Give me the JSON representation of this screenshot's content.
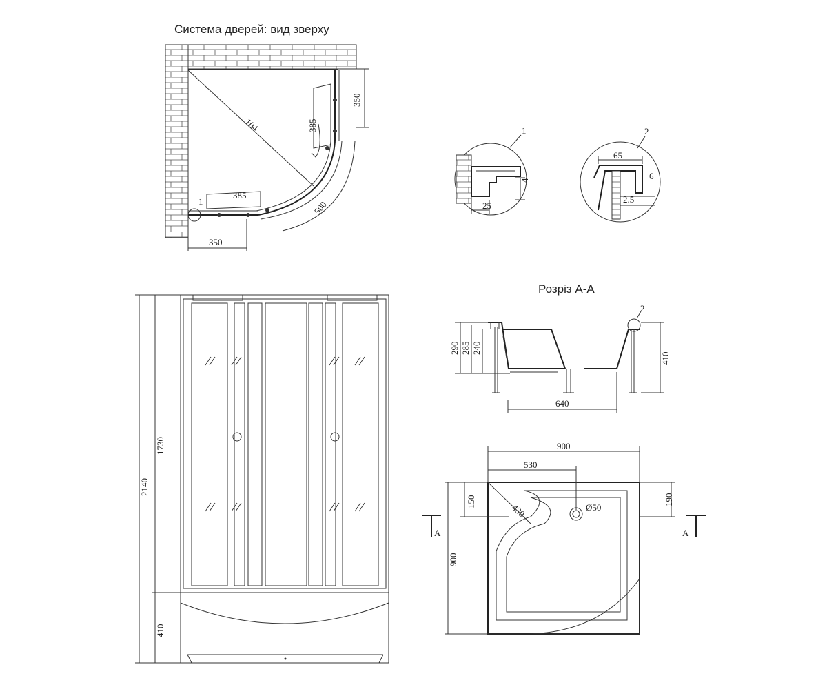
{
  "titles": {
    "top_view": "Система дверей: вид зверху",
    "section": "Розріз А-А"
  },
  "top_view": {
    "dim_wall_right": "350",
    "dim_wall_bottom": "350",
    "dim_diag": "104",
    "dim_glass_side": "385",
    "dim_glass_bottom": "385",
    "dim_radius": "500",
    "callout_1": "1"
  },
  "detail_1": {
    "label": "1",
    "dim_width": "25",
    "dim_height": "4"
  },
  "detail_2": {
    "label": "2",
    "dim_top": "65",
    "dim_side": "6",
    "dim_gap": "2.5"
  },
  "front_view": {
    "dim_total": "2140",
    "dim_cabin": "1730",
    "dim_tray": "410"
  },
  "section_aa": {
    "label_2": "2",
    "dim_290": "290",
    "dim_285": "285",
    "dim_240": "240",
    "dim_410": "410",
    "dim_640": "640"
  },
  "tray_top": {
    "dim_900_top": "900",
    "dim_530": "530",
    "dim_150": "150",
    "dim_430": "430",
    "dim_drain": "Ø50",
    "dim_190": "190",
    "dim_900_side": "900",
    "section_left": "A",
    "section_right": "A"
  }
}
